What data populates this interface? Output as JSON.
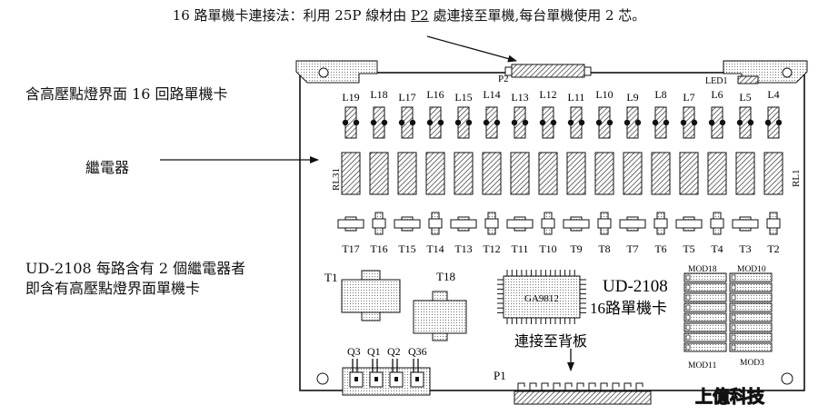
{
  "top_note": {
    "before": "16 路單機卡連接法：利用 25P 線材由 ",
    "highlight": "P2",
    "after": " 處連接至單機,每台單機使用 2 芯。"
  },
  "side_labels": {
    "card_title": "含高壓點燈界面 16 回路單機卡",
    "relay": "繼電器",
    "desc_line1": "UD-2108 每路含有 2 個繼電器者",
    "desc_line2": "即含有高壓點燈界面單機卡"
  },
  "board": {
    "p2": "P2",
    "led1": "LED1",
    "l_labels": [
      "L19",
      "L18",
      "L17",
      "L16",
      "L15",
      "L14",
      "L13",
      "L12",
      "L11",
      "L10",
      "L9",
      "L8",
      "L7",
      "L6",
      "L5",
      "L4"
    ],
    "rl_left": "RL31",
    "rl_right": "RL1",
    "t_labels": [
      "T17",
      "T16",
      "T15",
      "T14",
      "T13",
      "T12",
      "T11",
      "T10",
      "T9",
      "T8",
      "T7",
      "T6",
      "T5",
      "T4",
      "T3",
      "T2"
    ],
    "t1": "T1",
    "t18": "T18",
    "chip": "GA9812",
    "model": "UD-2108",
    "model_sub": "16路單機卡",
    "backplane": "連接至背板",
    "q_labels": [
      "Q3",
      "Q1",
      "Q2",
      "Q36"
    ],
    "p1": "P1",
    "mod_labels": [
      "MOD18",
      "MOD10",
      "MOD11",
      "MOD3"
    ],
    "brand": "上億科技"
  }
}
